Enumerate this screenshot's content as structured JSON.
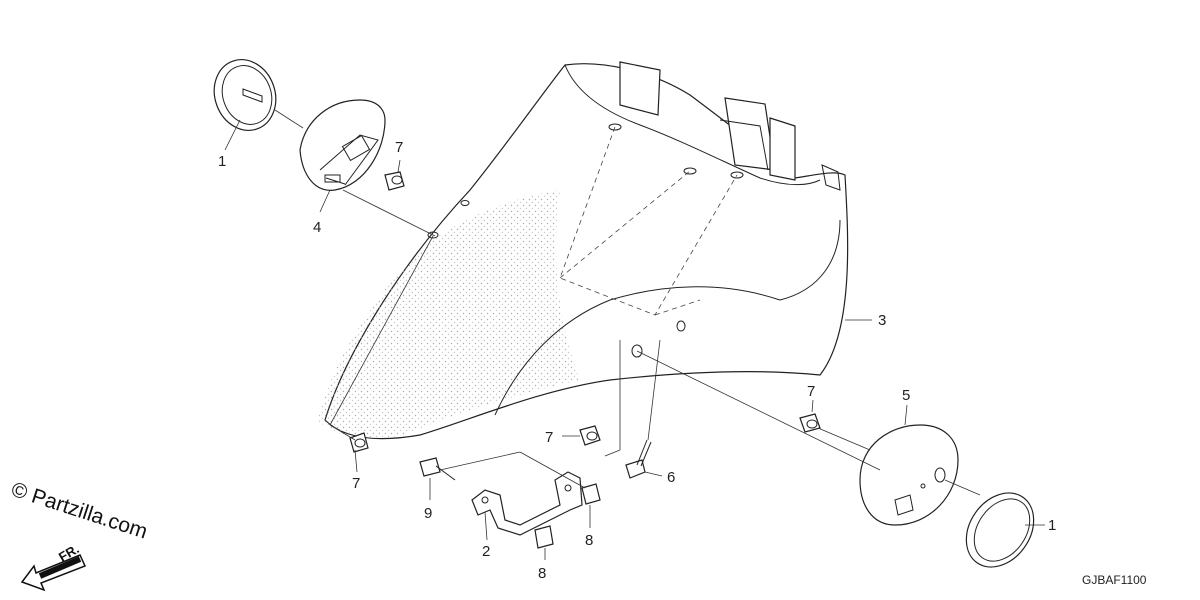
{
  "diagram": {
    "code": "GJBAF1100",
    "watermark": "© Partzilla.com",
    "direction_label": "FR.",
    "callouts": [
      {
        "id": "c1a",
        "label": "1"
      },
      {
        "id": "c1b",
        "label": "1"
      },
      {
        "id": "c2",
        "label": "2"
      },
      {
        "id": "c3",
        "label": "3"
      },
      {
        "id": "c4",
        "label": "4"
      },
      {
        "id": "c5",
        "label": "5"
      },
      {
        "id": "c6",
        "label": "6"
      },
      {
        "id": "c7a",
        "label": "7"
      },
      {
        "id": "c7b",
        "label": "7"
      },
      {
        "id": "c7c",
        "label": "7"
      },
      {
        "id": "c7d",
        "label": "7"
      },
      {
        "id": "c8a",
        "label": "8"
      },
      {
        "id": "c8b",
        "label": "8"
      },
      {
        "id": "c9",
        "label": "9"
      }
    ]
  }
}
